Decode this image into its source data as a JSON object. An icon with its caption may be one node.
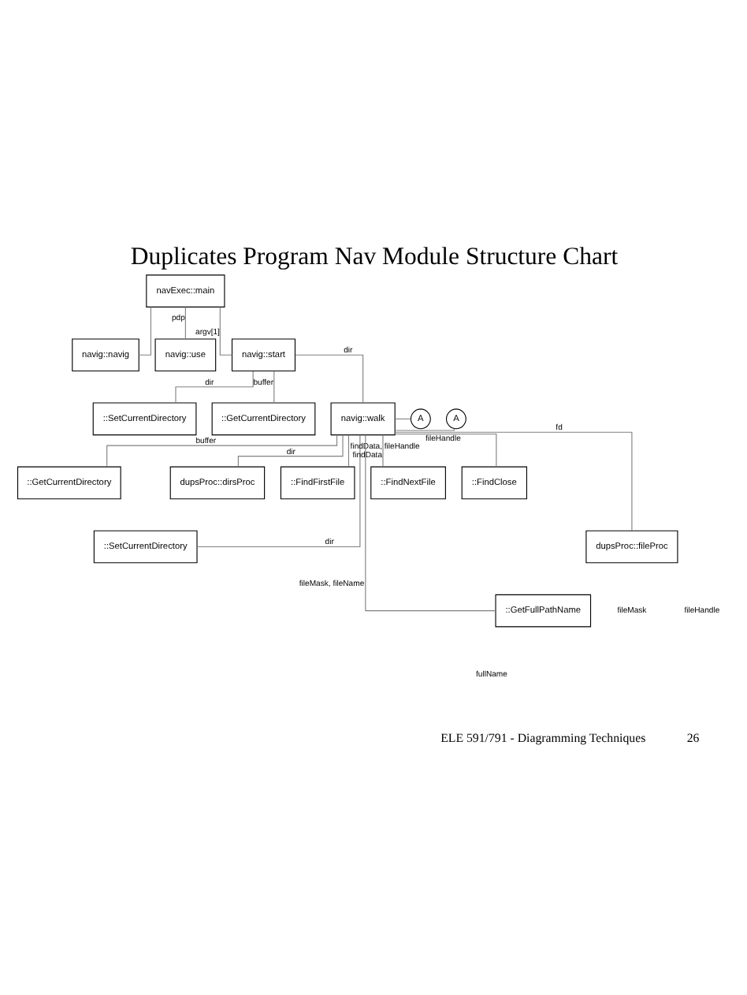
{
  "diagram": {
    "title": "Duplicates Program Nav Module Structure Chart",
    "nodes": [
      {
        "text": [
          "navExec::main"
        ]
      },
      {
        "text": [
          "navig::navig"
        ]
      },
      {
        "text": [
          "navig::use"
        ]
      },
      {
        "text": [
          "navig::start"
        ]
      },
      {
        "text": [
          "::SetCurrentDirectory"
        ]
      },
      {
        "text": [
          "::GetCurrentDirectory"
        ]
      },
      {
        "text": [
          "navig::walk"
        ]
      },
      {
        "text": [
          "A"
        ]
      },
      {
        "text": [
          "A"
        ]
      },
      {
        "text": [
          "::GetCurrentDirectory"
        ]
      },
      {
        "text": [
          "::SetCurrentDirectory"
        ]
      },
      {
        "text": [
          "dupsProc::dirsProc"
        ]
      },
      {
        "text": [
          "::FindFirstFile"
        ]
      },
      {
        "text": [
          "::FindNextFile"
        ]
      },
      {
        "text": [
          "::FindClose"
        ]
      },
      {
        "text": [
          "::GetFullPathName"
        ]
      },
      {
        "text": [
          "dupsProc::fileProc"
        ]
      }
    ],
    "edges": [
      {
        "from": 0,
        "to": 1,
        "arrow": "none"
      },
      {
        "from": 0,
        "to": 2,
        "arrow": "none",
        "label": "pdp"
      },
      {
        "from": 0,
        "to": 3,
        "arrow": "none",
        "label": "argv[1]"
      },
      {
        "from": 3,
        "to": 4,
        "arrow": "none",
        "label": "dir"
      },
      {
        "from": 3,
        "to": 5,
        "arrow": "none",
        "label": "buffer"
      },
      {
        "from": 3,
        "to": 6,
        "arrow": "none",
        "label": "dir"
      },
      {
        "from": 6,
        "to": 7,
        "arrow": "none"
      },
      {
        "from": 6,
        "to": 8,
        "arrow": "none"
      },
      {
        "from": 6,
        "to": 9,
        "arrow": "none",
        "label": "buffer"
      },
      {
        "from": 6,
        "to": 10,
        "arrow": "none",
        "label": "dir"
      },
      {
        "from": 6,
        "to": 15,
        "arrow": "none",
        "label": "fileMask, fileName"
      },
      {
        "from": 6,
        "to": 11,
        "arrow": "none",
        "label": "dir"
      },
      {
        "from": 6,
        "to": 12,
        "arrow": "none",
        "label": "findData, fileHandle"
      },
      {
        "from": 6,
        "to": 13,
        "arrow": "none",
        "label": "findData"
      },
      {
        "from": 6,
        "to": 16,
        "arrow": "none",
        "label": "fd"
      },
      {
        "from": 6,
        "to": 14,
        "arrow": "none",
        "label": "fileHandle"
      }
    ],
    "labels": [
      "fullName",
      "fileMask",
      "fileHandle",
      "ELE 591/791 - Diagramming Techniques",
      "26"
    ]
  }
}
